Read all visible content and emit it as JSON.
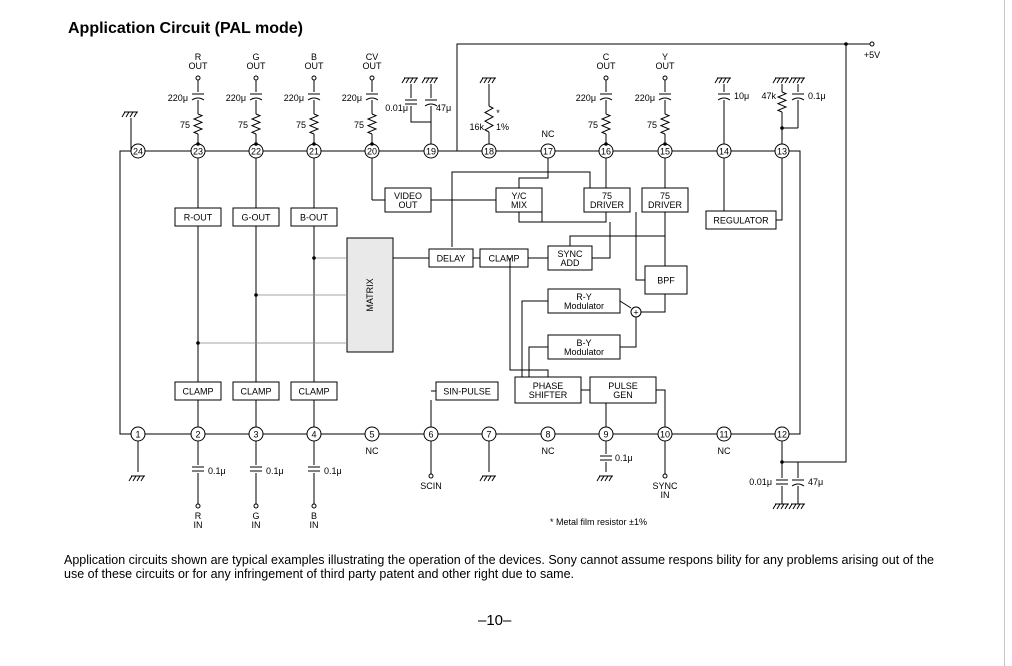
{
  "title": "Application Circuit (PAL mode)",
  "supply": "+5V",
  "top_pins": [
    {
      "num": "24"
    },
    {
      "num": "23",
      "name": [
        "R",
        "OUT"
      ],
      "cap": "220μ",
      "res": "75"
    },
    {
      "num": "22",
      "name": [
        "G",
        "OUT"
      ],
      "cap": "220μ",
      "res": "75"
    },
    {
      "num": "21",
      "name": [
        "B",
        "OUT"
      ],
      "cap": "220μ",
      "res": "75"
    },
    {
      "num": "20",
      "name": [
        "CV",
        "OUT"
      ],
      "cap": "220μ",
      "res": "75"
    },
    {
      "num": "19",
      "cap1": "0.01μ",
      "cap2": "47μ"
    },
    {
      "num": "18",
      "res": "16k",
      "tol": "1%",
      "mark": "*"
    },
    {
      "num": "17",
      "nc": "NC"
    },
    {
      "num": "16",
      "name": [
        "C",
        "OUT"
      ],
      "cap": "220μ",
      "res": "75"
    },
    {
      "num": "15",
      "name": [
        "Y",
        "OUT"
      ],
      "cap": "220μ",
      "res": "75"
    },
    {
      "num": "14",
      "cap": "10μ"
    },
    {
      "num": "13",
      "res": "47k",
      "cap": "0.1μ"
    }
  ],
  "bottom_pins": [
    {
      "num": "1"
    },
    {
      "num": "2",
      "cap": "0.1μ",
      "label": [
        "R",
        "IN"
      ]
    },
    {
      "num": "3",
      "cap": "0.1μ",
      "label": [
        "G",
        "IN"
      ]
    },
    {
      "num": "4",
      "cap": "0.1μ",
      "label": [
        "B",
        "IN"
      ]
    },
    {
      "num": "5",
      "nc": "NC"
    },
    {
      "num": "6",
      "label": "SCIN"
    },
    {
      "num": "7"
    },
    {
      "num": "8",
      "nc": "NC"
    },
    {
      "num": "9",
      "cap": "0.1μ"
    },
    {
      "num": "10",
      "label": [
        "SYNC",
        "IN"
      ]
    },
    {
      "num": "11",
      "nc": "NC"
    },
    {
      "num": "12",
      "cap1": "0.01μ",
      "cap2": "47μ"
    }
  ],
  "blocks": {
    "r_out": "R-OUT",
    "g_out": "G-OUT",
    "b_out": "B-OUT",
    "clamp_r": "CLAMP",
    "clamp_g": "CLAMP",
    "clamp_b": "CLAMP",
    "matrix": "MATRIX",
    "video_out": [
      "VIDEO",
      "OUT"
    ],
    "yc_mix": [
      "Y/C",
      "MIX"
    ],
    "driver_16": [
      "75",
      "DRIVER"
    ],
    "driver_15": [
      "75",
      "DRIVER"
    ],
    "regulator": "REGULATOR",
    "delay": "DELAY",
    "clamp_y": "CLAMP",
    "sync_add": [
      "SYNC",
      "ADD"
    ],
    "bpf": "BPF",
    "ry_mod": [
      "R-Y",
      "Modulator"
    ],
    "by_mod": [
      "B-Y",
      "Modulator"
    ],
    "sin_pulse": "SIN-PULSE",
    "phase_shifter": [
      "PHASE",
      "SHIFTER"
    ],
    "pulse_gen": [
      "PULSE",
      "GEN"
    ]
  },
  "footnote": "* Metal film resistor ±1%",
  "disclaimer": "Application circuits shown are typical examples illustrating the operation of the devices. Sony cannot assume respons bility for any problems arising out of the use of these circuits or for any infringement of third party patent and other right due to same.",
  "page_number": "–10–"
}
